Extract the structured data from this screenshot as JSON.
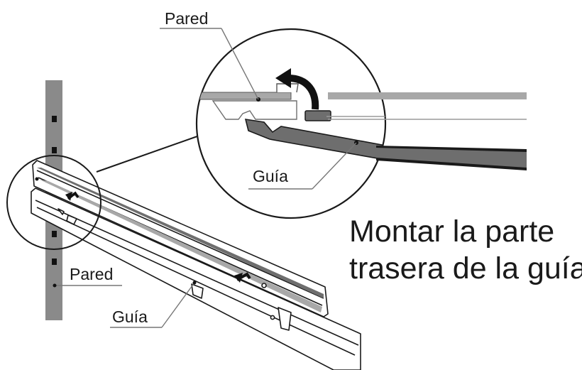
{
  "labels": {
    "wall_zoom": "Pared",
    "rail_zoom": "Guía",
    "wall_main": "Pared",
    "rail_main": "Guía"
  },
  "caption": {
    "line1": "Montar la parte",
    "line2": "trasera de la guía"
  },
  "colors": {
    "wall": "#8a8a8a",
    "rail_dark": "#6e6e6e",
    "rail_light": "#a8a8a8",
    "ink": "#1a1a1a"
  }
}
